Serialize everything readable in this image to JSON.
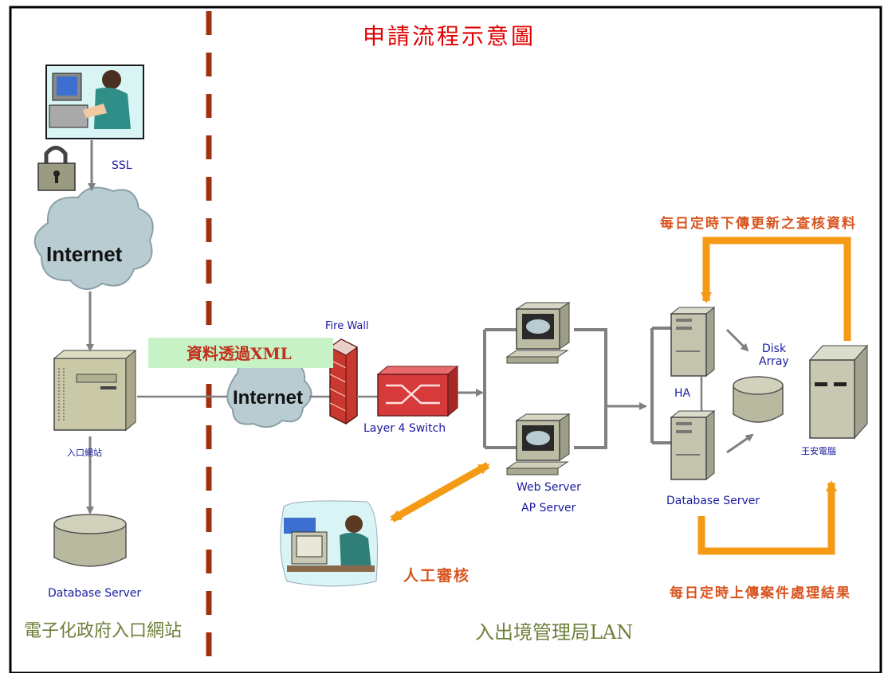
{
  "title": "申請流程示意圖",
  "labels": {
    "ssl": "SSL",
    "internet_left": "Internet",
    "internet_mid": "Internet",
    "portal_site": "入口網站",
    "db_left": "Database Server",
    "region_left": "電子化政府入口網站",
    "xml_note": "資料透過XML",
    "firewall": "Fire Wall",
    "l4_switch": "Layer 4 Switch",
    "web_server": "Web Server",
    "ap_server": "AP Server",
    "ha": "HA",
    "disk_array_1": "Disk",
    "disk_array_2": "Array",
    "db_right": "Database Server",
    "wang": "王安電腦",
    "manual_review": "人工審核",
    "daily_download": "每日定時下傳更新之查核資料",
    "daily_upload": "每日定時上傳案件處理結果",
    "region_right": "入出境管理局LAN"
  },
  "colors": {
    "title": "#e00000",
    "divider": "#a0300e",
    "orange_arrow": "#f59a14",
    "gray_line": "#808080",
    "cloud": "#b8ccd2",
    "switch": "#d63a3a",
    "xml_bg": "#c6f2c6",
    "label_blue": "#1a1aa0",
    "region_text": "#6e7f3a"
  }
}
